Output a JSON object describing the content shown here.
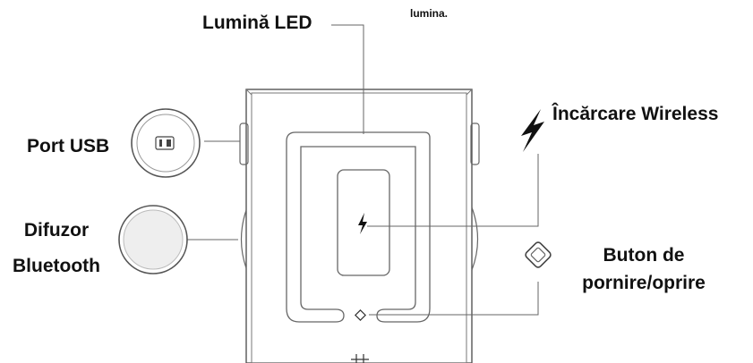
{
  "labels": {
    "led_light": "Lumină LED",
    "top_note": "lumina.",
    "wireless_charging": "Încărcare Wireless",
    "usb_port": "Port USB",
    "speaker_line1": "Difuzor",
    "speaker_line2": "Bluetooth",
    "power_button_line1": "Buton de",
    "power_button_line2": "pornire/oprire"
  },
  "icons": {
    "wireless_charging": "lightning-bolt-icon",
    "power_button": "diamond-button-icon",
    "usb_port": "usb-port-icon",
    "speaker": "speaker-grille-icon"
  },
  "colors": {
    "text": "#111111",
    "line": "#555555",
    "background": "#ffffff"
  }
}
